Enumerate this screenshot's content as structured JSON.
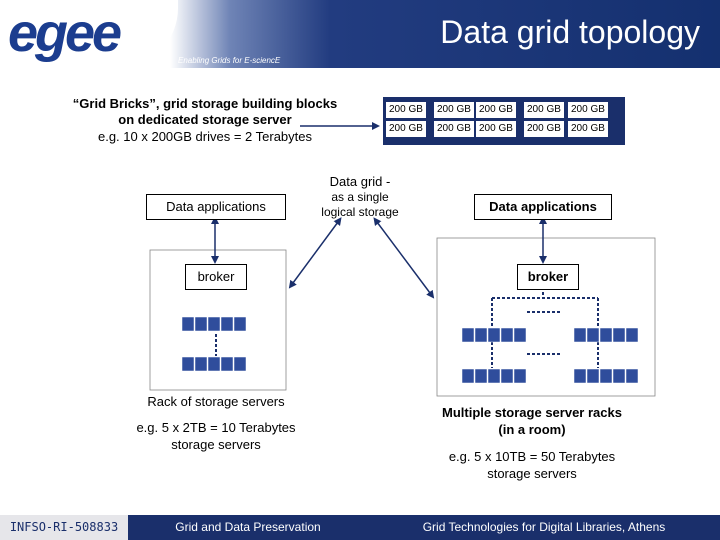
{
  "header": {
    "logo_text": "egee",
    "title": "Data grid topology",
    "tagline": "Enabling Grids for E-sciencE"
  },
  "bricks": {
    "line1": "“Grid Bricks”, grid storage building blocks",
    "line2": "on dedicated storage server",
    "line3": "e.g. 10 x 200GB drives = 2 Terabytes"
  },
  "storage_grid": {
    "rows": [
      [
        "200 GB",
        "200 GB",
        "200 GB",
        "200 GB",
        "200 GB"
      ],
      [
        "200 GB",
        "200 GB",
        "200 GB",
        "200 GB",
        "200 GB"
      ]
    ]
  },
  "data_grid": {
    "title": "Data grid -",
    "sub1": "as a single",
    "sub2": "logical storage"
  },
  "left": {
    "apps_label": "Data applications",
    "broker_label": "broker",
    "rack_title": "Rack of storage servers",
    "rack_note1": "e.g. 5 x 2TB = 10 Terabytes",
    "rack_note2": "storage servers"
  },
  "right": {
    "apps_label": "Data applications",
    "broker_label": "broker",
    "racks_title1": "Multiple storage server racks",
    "racks_title2": "(in a room)",
    "racks_note1": "e.g. 5 x 10TB = 50 Terabytes",
    "racks_note2": "storage servers"
  },
  "footer": {
    "project_id": "INFSO-RI-508833",
    "middle": "Grid and Data Preservation",
    "right": "Grid Technologies for Digital Libraries, Athens"
  },
  "colors": {
    "navy": "#1a2f6b",
    "server_blue": "#2f4d9c",
    "logo_orange": "#f0a020"
  }
}
